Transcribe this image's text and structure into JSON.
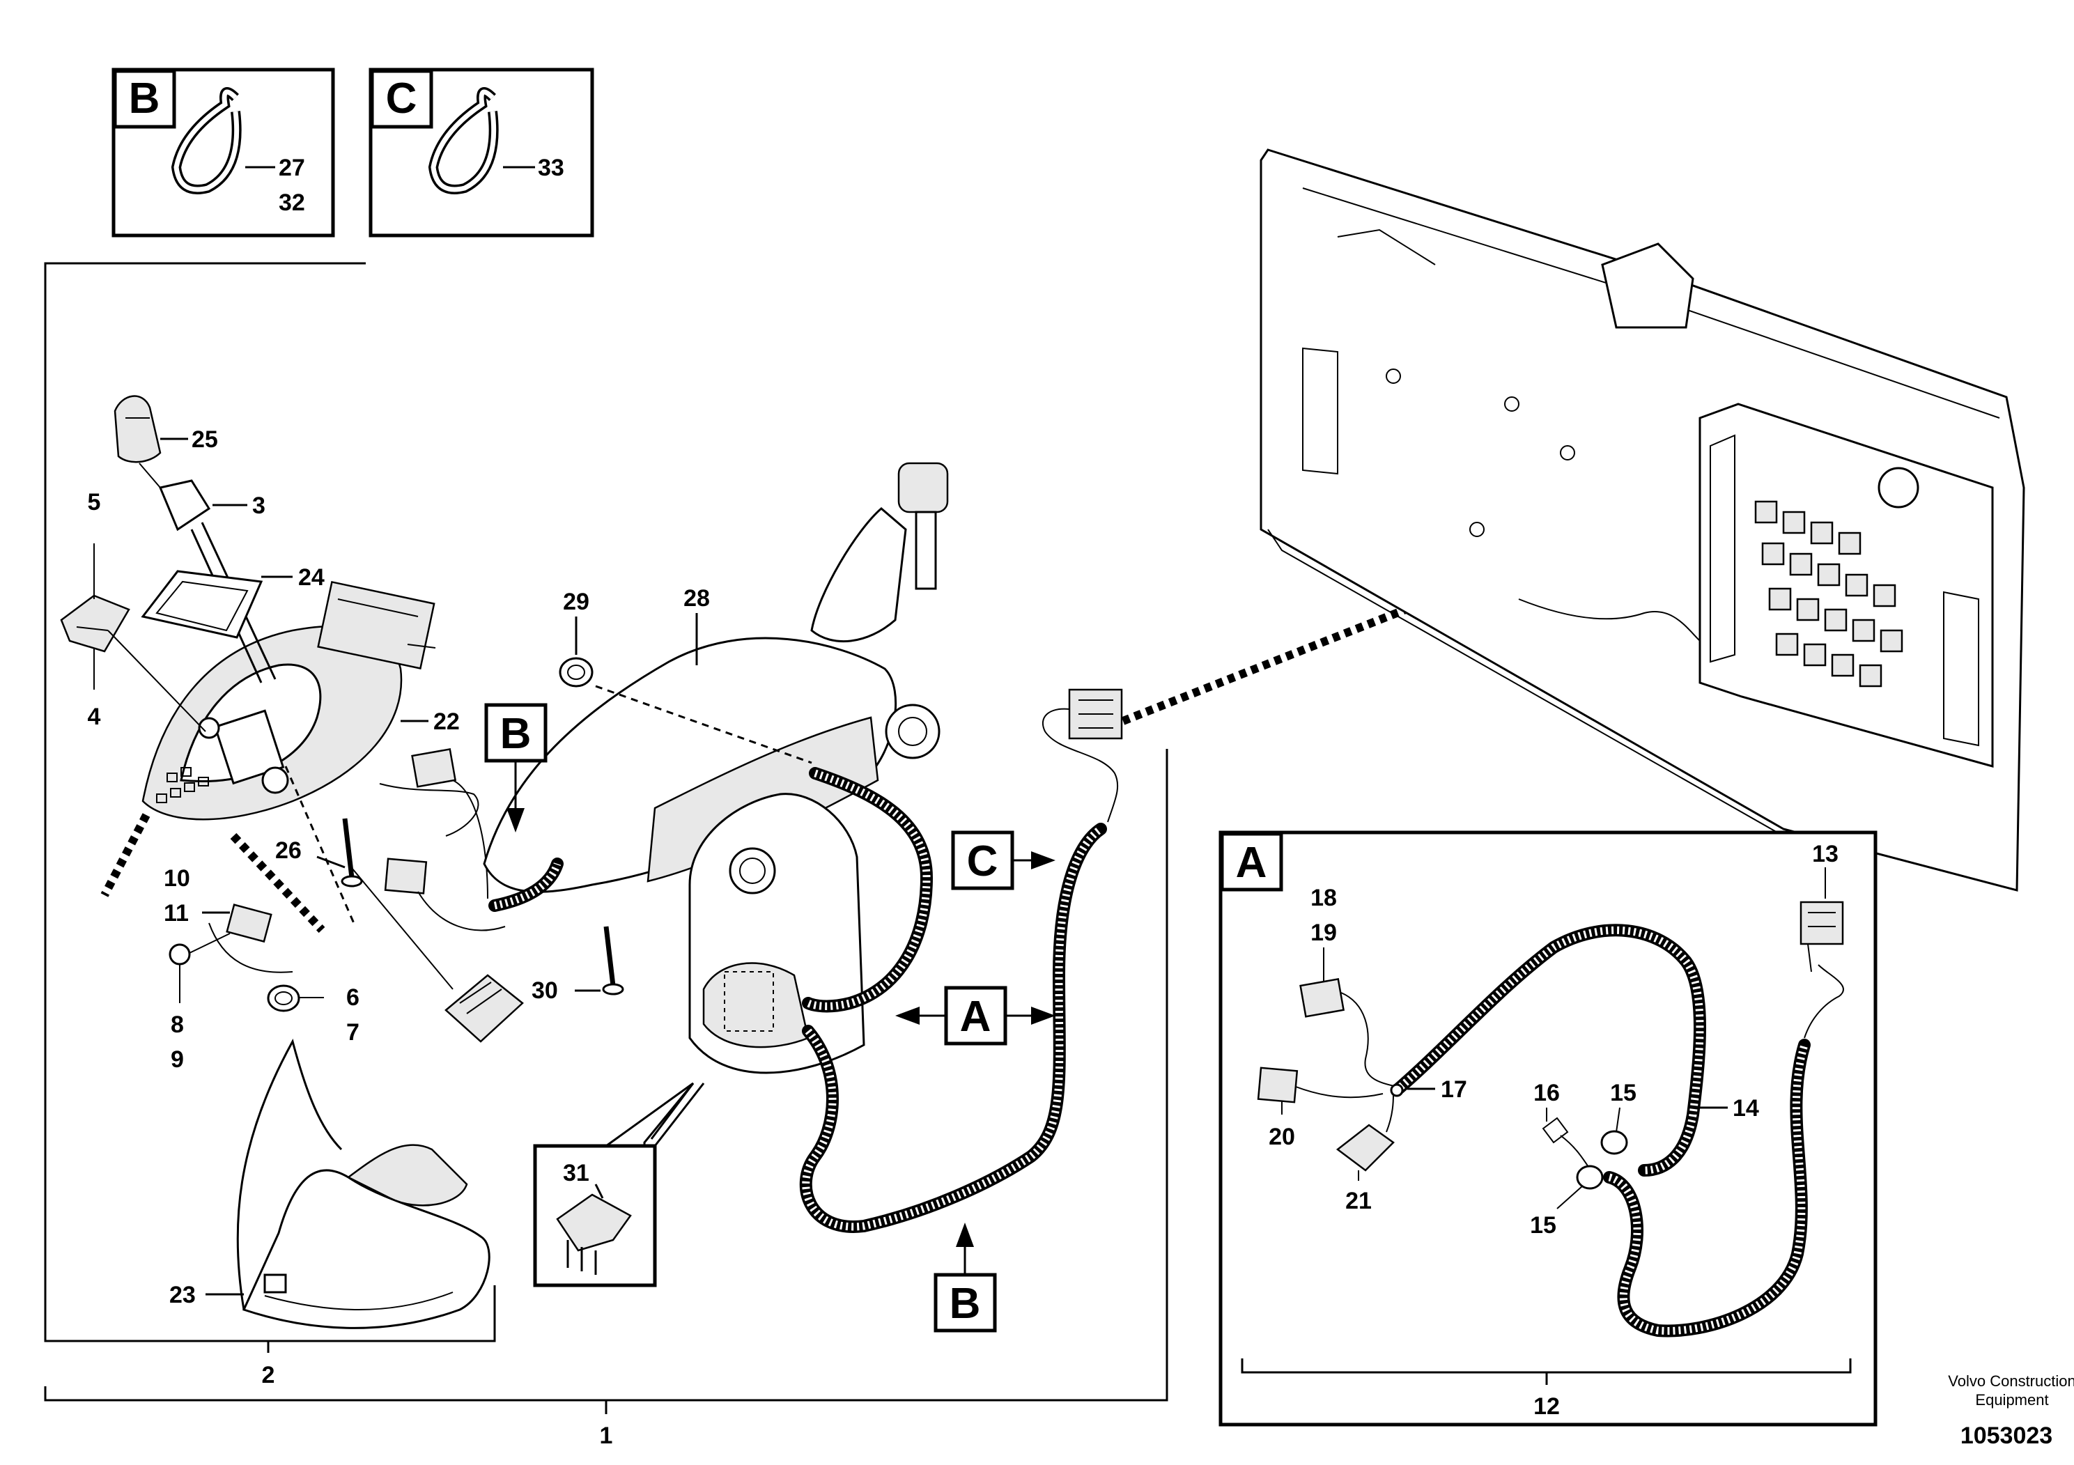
{
  "callouts": {
    "c1": "1",
    "c2": "2",
    "c3": "3",
    "c4": "4",
    "c5": "5",
    "c6": "6",
    "c7": "7",
    "c8": "8",
    "c9": "9",
    "c10": "10",
    "c11": "11",
    "c12": "12",
    "c13": "13",
    "c14": "14",
    "c15a": "15",
    "c15b": "15",
    "c16": "16",
    "c17": "17",
    "c18": "18",
    "c19": "19",
    "c20": "20",
    "c21": "21",
    "c22": "22",
    "c23": "23",
    "c24": "24",
    "c25": "25",
    "c26": "26",
    "c27": "27",
    "c28": "28",
    "c29": "29",
    "c30": "30",
    "c31": "31",
    "c32": "32",
    "c33": "33"
  },
  "tags": {
    "box_b": "B",
    "box_c": "C",
    "detail_a": "A",
    "ref_b_top": "B",
    "ref_c": "C",
    "ref_a": "A",
    "ref_b_bottom": "B"
  },
  "footer": {
    "brand_line1": "Volvo Construction",
    "brand_line2": "Equipment",
    "doc_number": "1053023"
  }
}
